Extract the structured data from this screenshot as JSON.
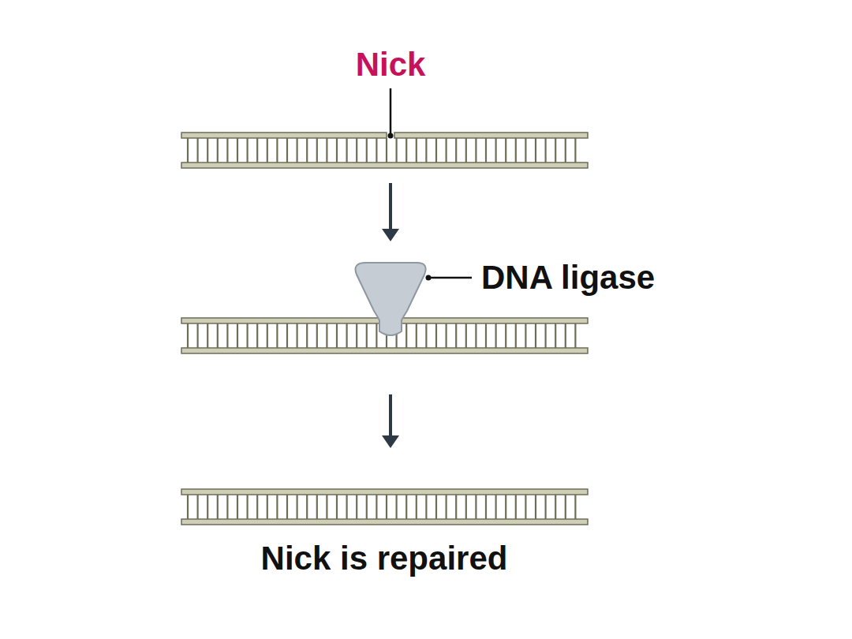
{
  "diagram": {
    "labels": [
      "Nick",
      "DNA ligase",
      "Nick is repaired"
    ]
  }
}
